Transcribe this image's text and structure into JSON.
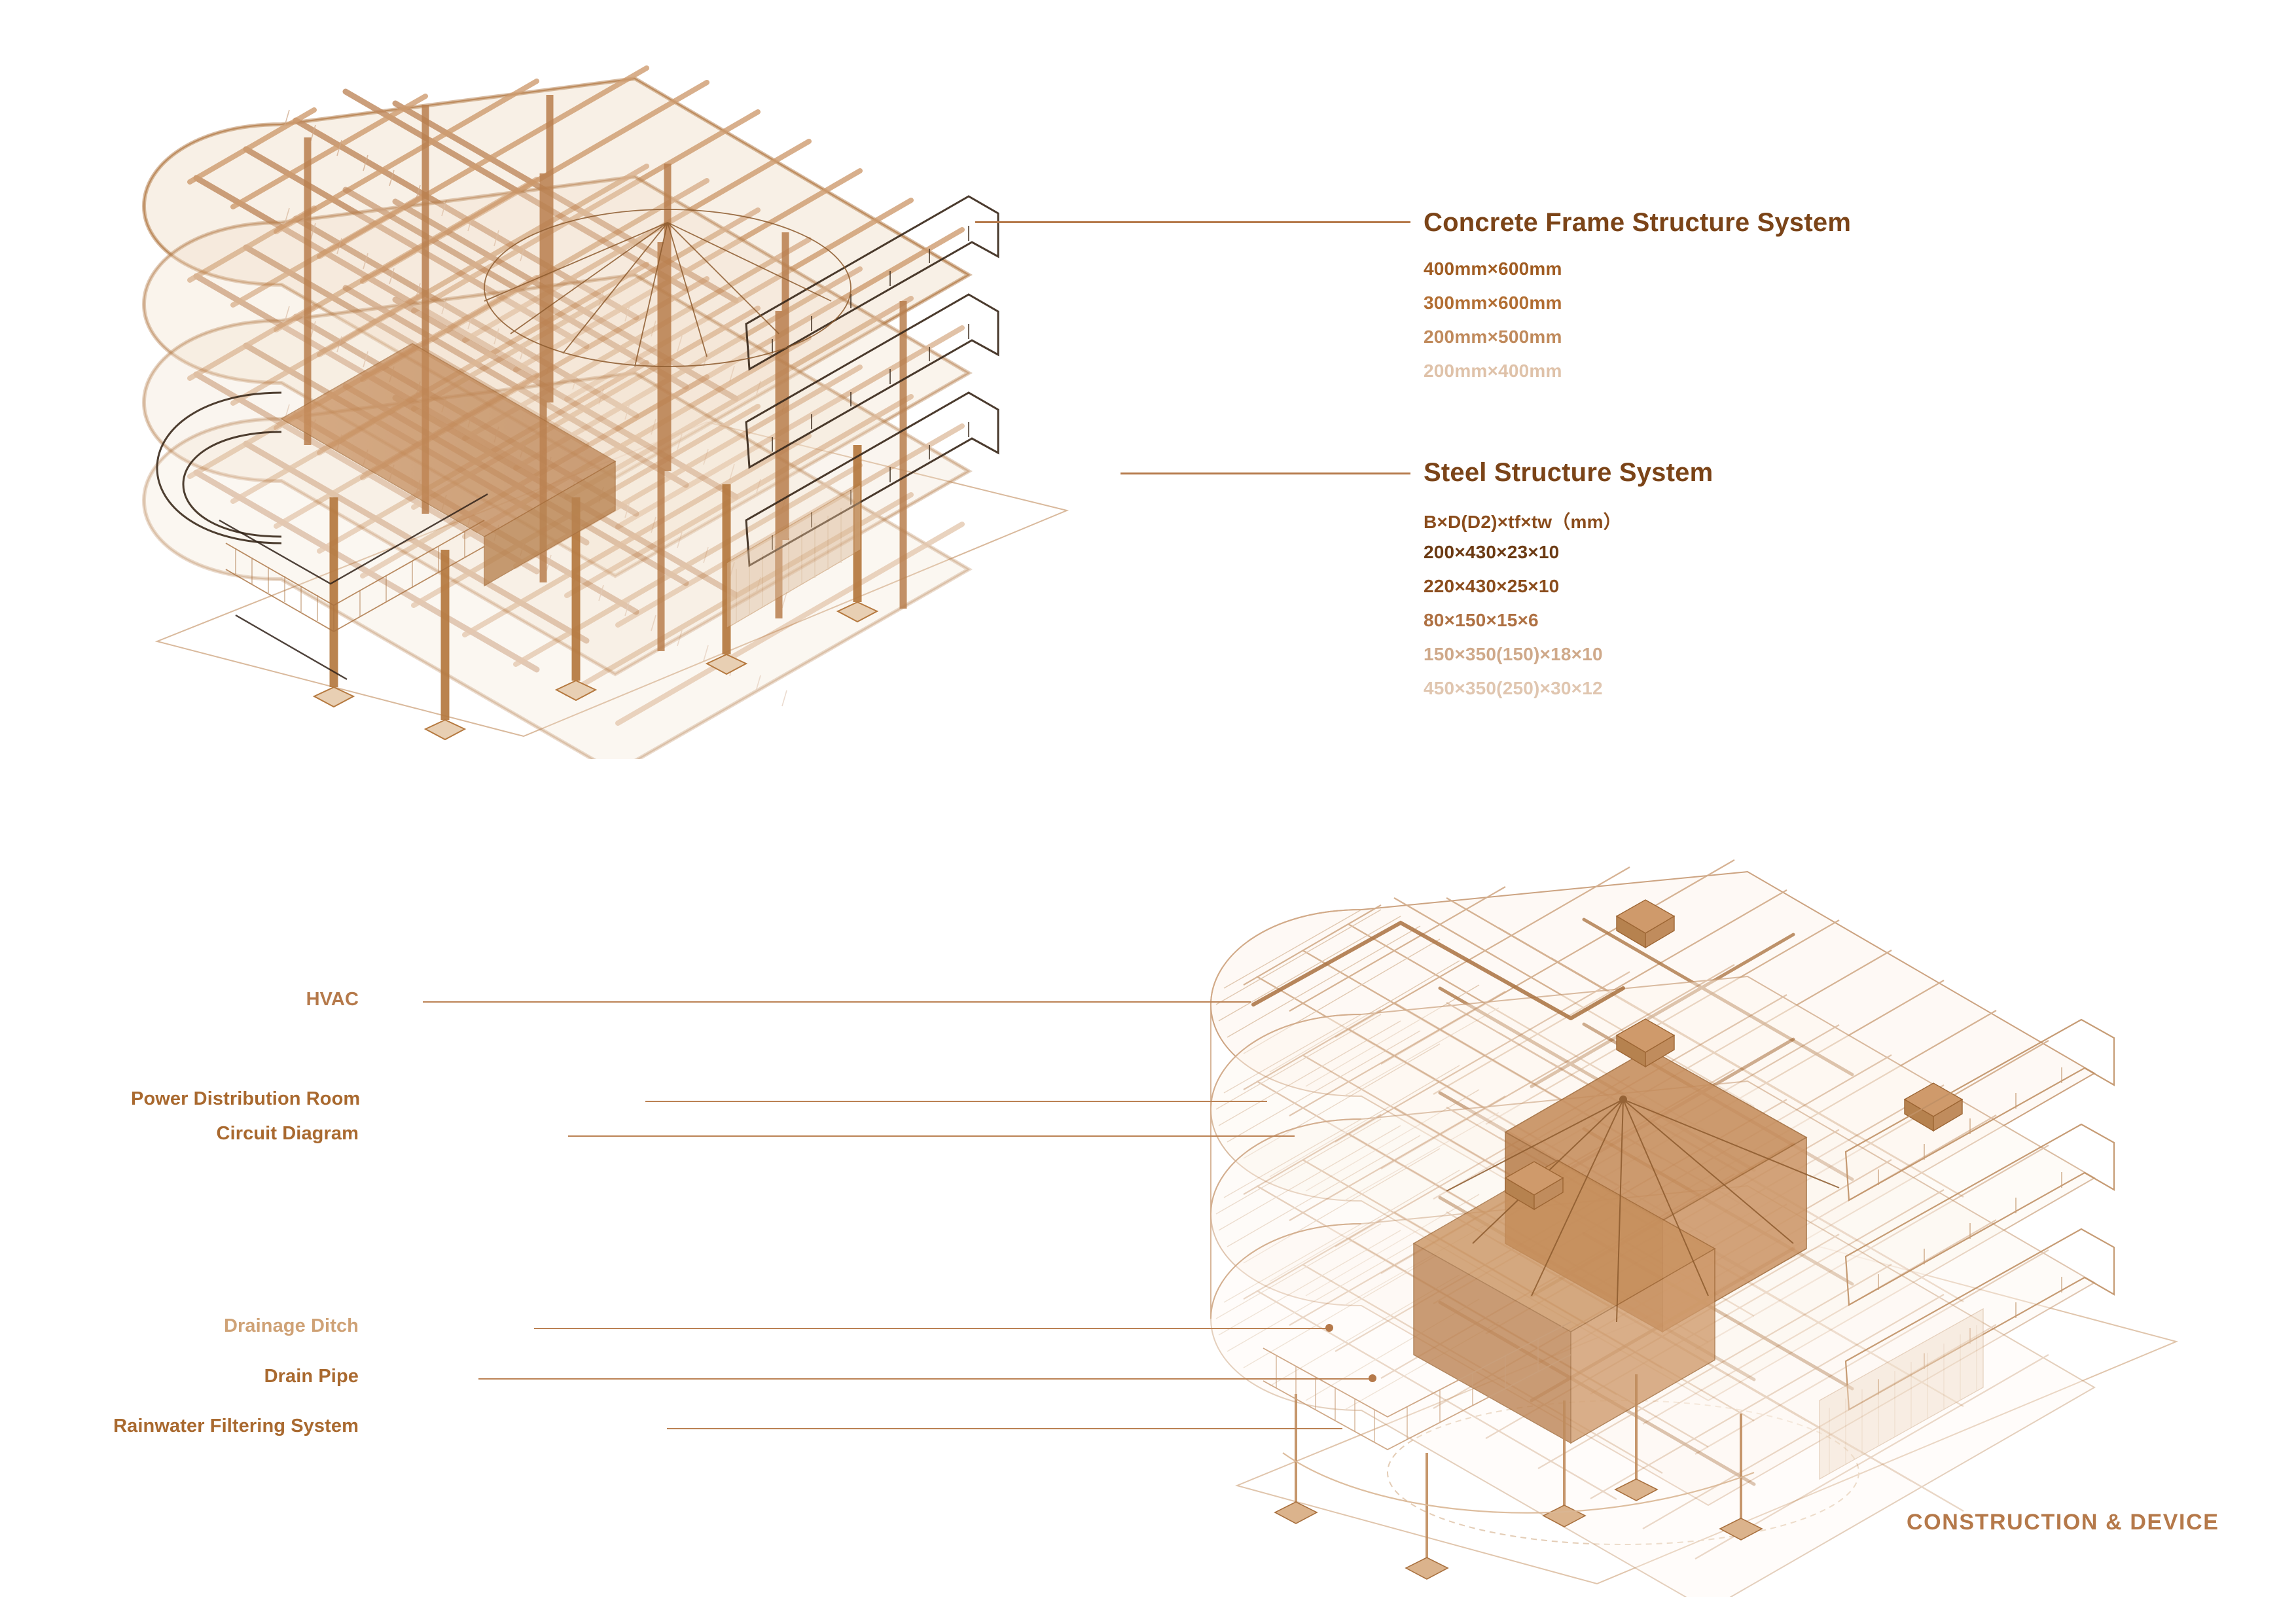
{
  "page": {
    "background": "#ffffff",
    "accent": "#b5794a",
    "heading_color": "#7b4418",
    "footer_title": "CONSTRUCTION & DEVICE"
  },
  "upper_diagram": {
    "name": "structural-axonometric",
    "annotations": [
      {
        "id": "concrete",
        "heading": "Concrete Frame Structure System",
        "items": [
          {
            "text": "400mm×600mm",
            "color": "#a05c22"
          },
          {
            "text": "300mm×600mm",
            "color": "#b26e33"
          },
          {
            "text": "200mm×500mm",
            "color": "#c08a5c"
          },
          {
            "text": "200mm×400mm",
            "color": "#dfc2a9"
          }
        ]
      },
      {
        "id": "steel",
        "heading": "Steel Structure System",
        "items": [
          {
            "text": "B×D(D2)×tf×tw（mm）",
            "color": "#8a4c1c"
          },
          {
            "text": "200×430×23×10",
            "color": "#6b3a13"
          },
          {
            "text": "220×430×25×10",
            "color": "#8a4c1c"
          },
          {
            "text": "80×150×15×6",
            "color": "#ae7042"
          },
          {
            "text": "150×350(150)×18×10",
            "color": "#cfa98a"
          },
          {
            "text": "450×350(250)×30×12",
            "color": "#e0c6b0"
          }
        ]
      }
    ]
  },
  "lower_diagram": {
    "name": "mep-axonometric",
    "labels": [
      {
        "text": "HVAC",
        "color": "#b5794a"
      },
      {
        "text": "Power Distribution Room",
        "color": "#a9692f"
      },
      {
        "text": "Circuit Diagram",
        "color": "#a9692f"
      },
      {
        "text": "Drainage Ditch",
        "color": "#cfa276"
      },
      {
        "text": "Drain Pipe",
        "color": "#a9692f"
      },
      {
        "text": "Rainwater Filtering System",
        "color": "#a9692f"
      }
    ]
  }
}
